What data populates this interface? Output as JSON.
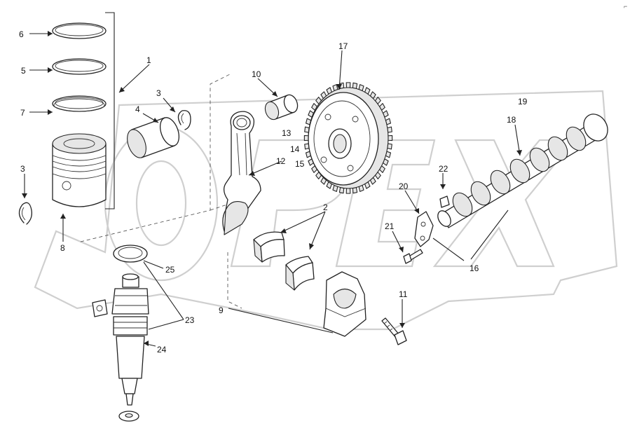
{
  "diagram": {
    "watermark_text": "OPEX",
    "corner_mark": "⌐",
    "callouts": [
      {
        "id": "c1",
        "text": "1"
      },
      {
        "id": "c2",
        "text": "2"
      },
      {
        "id": "c3a",
        "text": "3"
      },
      {
        "id": "c3b",
        "text": "3"
      },
      {
        "id": "c4",
        "text": "4"
      },
      {
        "id": "c5",
        "text": "5"
      },
      {
        "id": "c6",
        "text": "6"
      },
      {
        "id": "c7",
        "text": "7"
      },
      {
        "id": "c8",
        "text": "8"
      },
      {
        "id": "c9",
        "text": "9"
      },
      {
        "id": "c10",
        "text": "10"
      },
      {
        "id": "c11",
        "text": "11"
      },
      {
        "id": "c12",
        "text": "12"
      },
      {
        "id": "c13",
        "text": "13"
      },
      {
        "id": "c14",
        "text": "14"
      },
      {
        "id": "c15",
        "text": "15"
      },
      {
        "id": "c16",
        "text": "16"
      },
      {
        "id": "c17",
        "text": "17"
      },
      {
        "id": "c18",
        "text": "18"
      },
      {
        "id": "c19",
        "text": "19"
      },
      {
        "id": "c20",
        "text": "20"
      },
      {
        "id": "c21",
        "text": "21"
      },
      {
        "id": "c22",
        "text": "22"
      },
      {
        "id": "c23",
        "text": "23"
      },
      {
        "id": "c24",
        "text": "24"
      },
      {
        "id": "c25",
        "text": "25"
      }
    ],
    "parts": [
      "piston-ring-6",
      "piston-ring-5",
      "piston-ring-7",
      "piston",
      "snap-ring-left",
      "piston-pin",
      "snap-ring-right",
      "connecting-rod",
      "small-end-bushing",
      "rod-bearing-upper",
      "rod-bearing-lower",
      "cam-gear",
      "camshaft",
      "key-22",
      "thrust-plate",
      "bolt-21",
      "rod-cap",
      "cap-bolt",
      "injector-seal-ring",
      "injector",
      "injector-washer"
    ]
  }
}
